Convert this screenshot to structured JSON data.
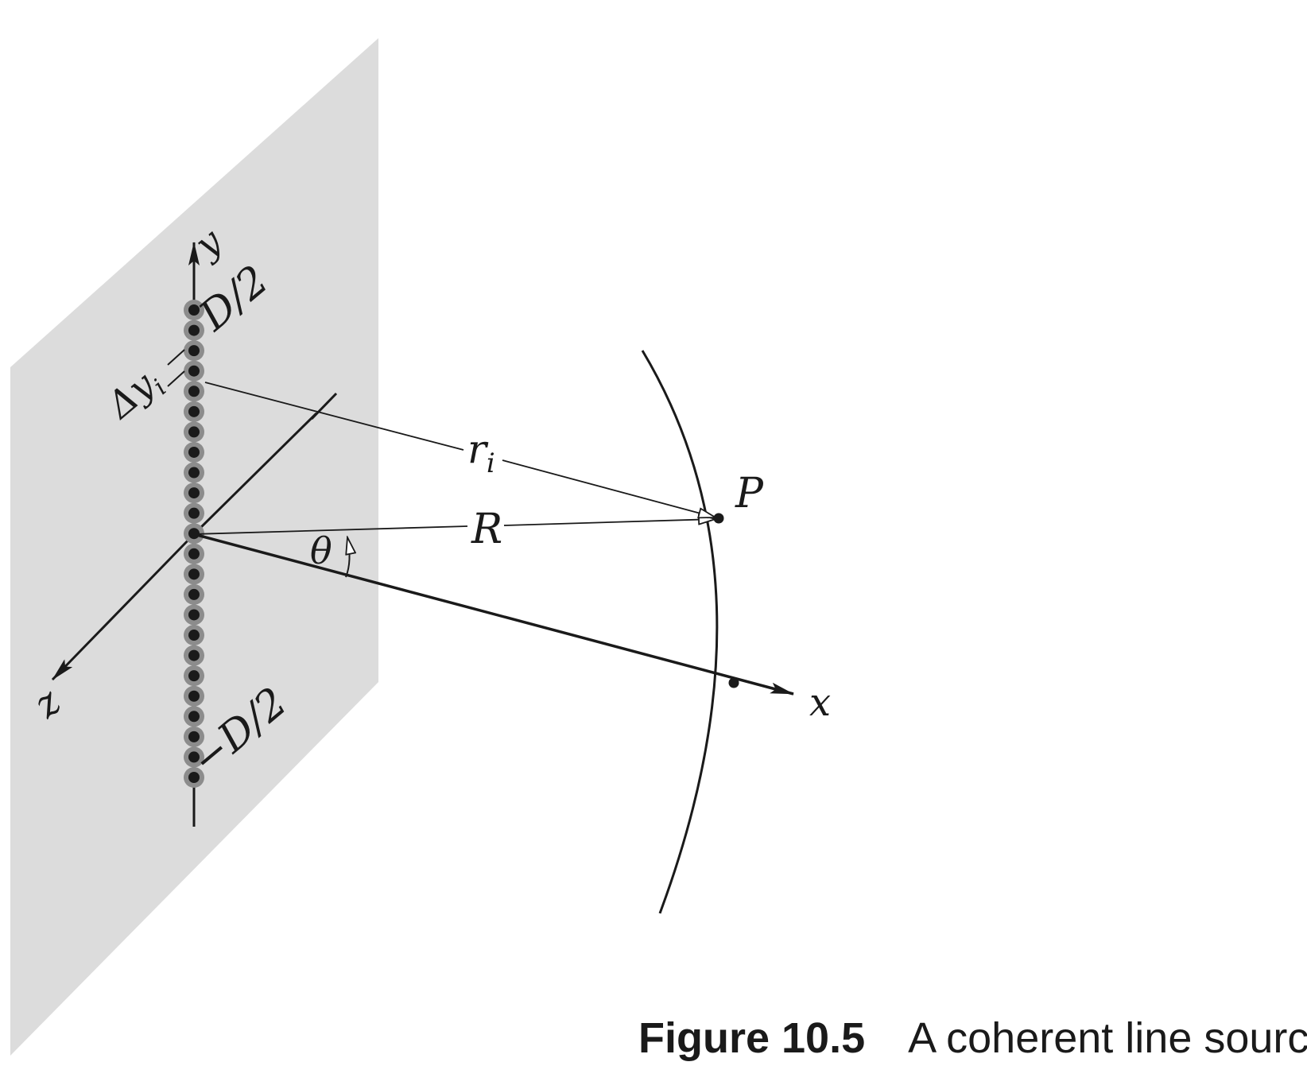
{
  "figure": {
    "label": "Figure 10.5",
    "title": "A coherent line source."
  },
  "labels": {
    "y_axis": "y",
    "z_axis": "z",
    "x_axis": "x",
    "top_end": "D/2",
    "bottom_end": "−D/2",
    "delta_prefix": "Δy",
    "delta_subscript": "i",
    "ray_prefix": "r",
    "ray_subscript": "i",
    "radius": "R",
    "angle": "θ",
    "point": "P"
  },
  "colors": {
    "plane_fill": "#dcdcdc",
    "line": "#1a1a1a",
    "source_halo": "#8c8c8c"
  }
}
